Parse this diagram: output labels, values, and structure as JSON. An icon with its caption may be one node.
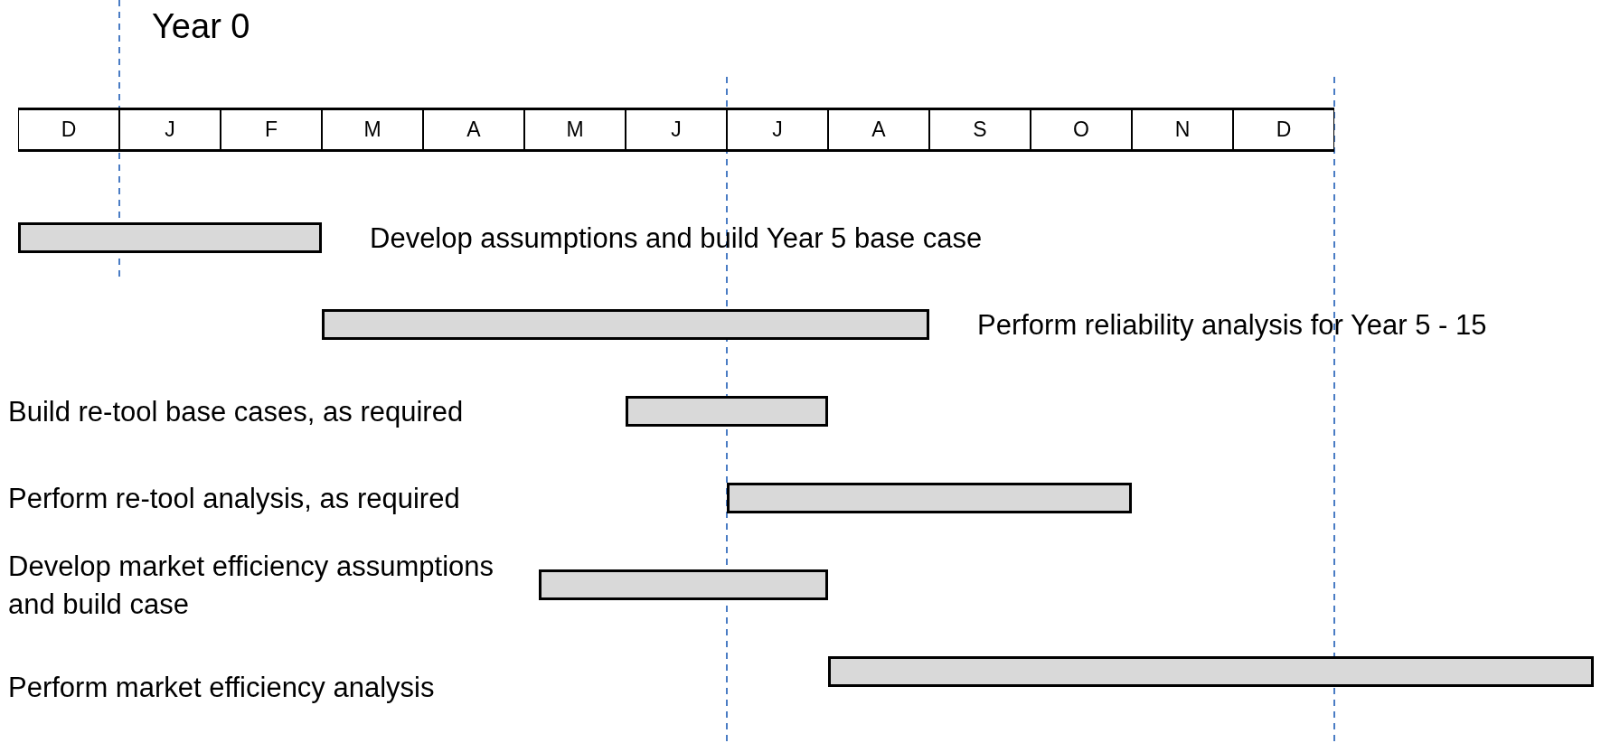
{
  "diagram": {
    "nodes": [
      {
        "text": [
          "D"
        ]
      },
      {
        "text": [
          "J"
        ]
      },
      {
        "text": [
          "F"
        ]
      },
      {
        "text": [
          "M"
        ]
      },
      {
        "text": [
          "A"
        ]
      },
      {
        "text": [
          "M"
        ]
      },
      {
        "text": [
          "J"
        ]
      },
      {
        "text": [
          "J"
        ]
      },
      {
        "text": [
          "A"
        ]
      },
      {
        "text": [
          "S"
        ]
      },
      {
        "text": [
          "O"
        ]
      },
      {
        "text": [
          "N"
        ]
      },
      {
        "text": [
          "D"
        ]
      },
      {
        "text": [],
        "shape": "bar",
        "beside": [
          "Develop assumptions and build Year 5 base case"
        ]
      },
      {
        "text": [],
        "shape": "bar",
        "beside": [
          "Perform reliability analysis for Year 5 - 15"
        ]
      },
      {
        "text": [],
        "shape": "bar"
      },
      {
        "text": [],
        "shape": "bar"
      },
      {
        "text": [],
        "shape": "bar",
        "beside": [
          "Develop market efficiency assumptions and build case"
        ]
      },
      {
        "text": [],
        "shape": "bar"
      }
    ],
    "labels": [
      "Year 0",
      "Build re-tool base cases, as required",
      "Perform re-tool analysis, as required",
      "Perform market efficiency analysis"
    ]
  }
}
